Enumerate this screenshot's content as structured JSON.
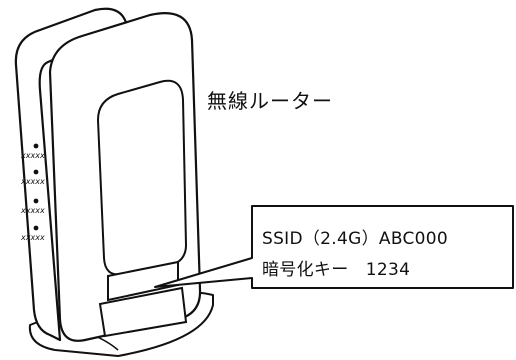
{
  "router": {
    "title": "無線ルーター"
  },
  "callout": {
    "ssid": "SSID（2.4G）ABC000",
    "key": "暗号化キー　1234"
  },
  "leds": [
    {
      "label": "xxxxx"
    },
    {
      "label": "xxxxx"
    },
    {
      "label": "xxxxx"
    },
    {
      "label": "xxxxx"
    }
  ],
  "colors": {
    "line": "#111111",
    "fill": "#ffffff"
  }
}
